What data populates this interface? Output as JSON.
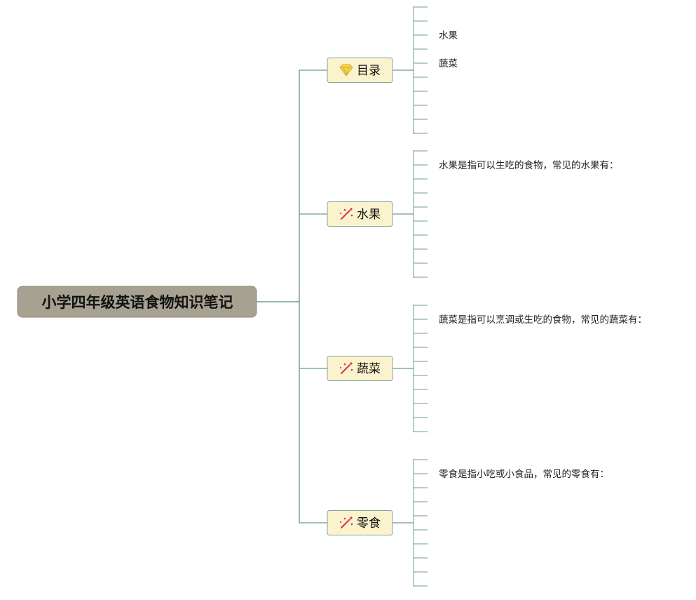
{
  "colors": {
    "connector": "#6a9e8f",
    "root_fill": "#a6a190",
    "root_border": "#8f8a7a",
    "branch_fill": "#fbf3cd",
    "branch_border": "#7ea99a",
    "diamond_icon": "#f3d54a",
    "marker_icon": "#d9354e"
  },
  "mindmap": {
    "root": {
      "label": "小学四年级英语食物知识笔记"
    },
    "branches": [
      {
        "label": "目录",
        "icon": "diamond-icon",
        "leaves": [
          "",
          "",
          "水果",
          "",
          "蔬菜",
          "",
          "",
          "",
          "",
          ""
        ]
      },
      {
        "label": "水果",
        "icon": "sparkle-marker-icon",
        "leaves": [
          "",
          "水果是指可以生吃的食物，常见的水果有：",
          "",
          "",
          "",
          "",
          "",
          "",
          "",
          ""
        ]
      },
      {
        "label": "蔬菜",
        "icon": "sparkle-marker-icon",
        "leaves": [
          "",
          "蔬菜是指可以烹调或生吃的食物，常见的蔬菜有：",
          "",
          "",
          "",
          "",
          "",
          "",
          "",
          ""
        ]
      },
      {
        "label": "零食",
        "icon": "sparkle-marker-icon",
        "leaves": [
          "",
          "零食是指小吃或小食品，常见的零食有：",
          "",
          "",
          "",
          "",
          "",
          "",
          "",
          ""
        ]
      }
    ]
  }
}
